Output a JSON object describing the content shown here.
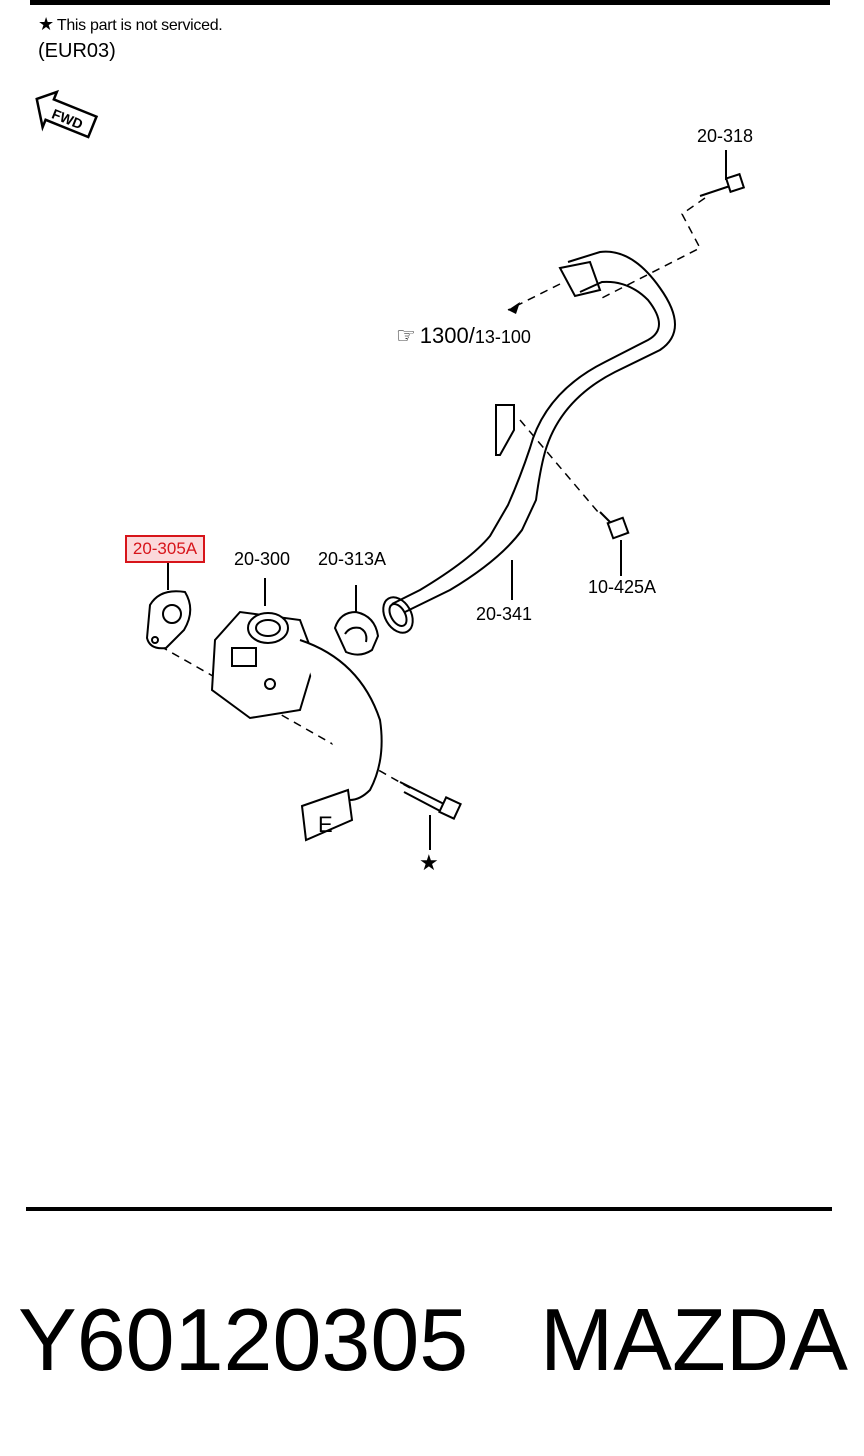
{
  "header": {
    "note_star": "★",
    "note_text": "This part is not serviced.",
    "variant": "(EUR03)",
    "fwd_label": "FWD"
  },
  "labels": {
    "part_20_318": "20-318",
    "part_20_305a": "20-305A",
    "part_20_300": "20-300",
    "part_20_313a": "20-313A",
    "part_20_341": "20-341",
    "part_10_425a": "10-425A",
    "ref_main": "1300",
    "ref_sep": "/",
    "ref_sub": "13-100",
    "star_mark": "★"
  },
  "footer": {
    "part_number": "Y60120305",
    "brand": "MAZDA"
  },
  "highlight_color": "#d7141a"
}
